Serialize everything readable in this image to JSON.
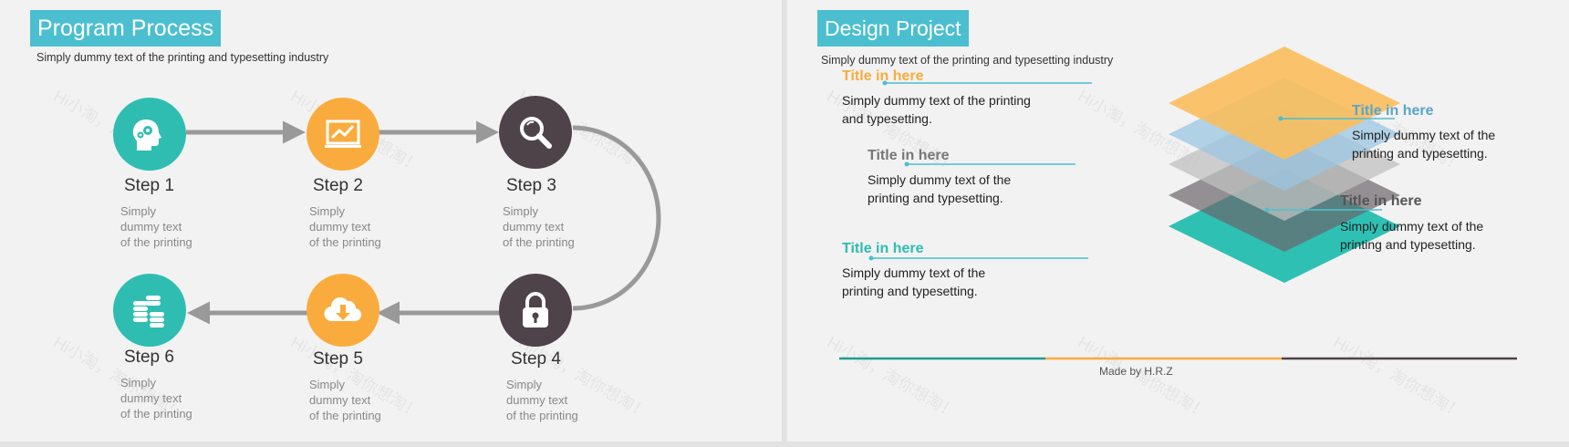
{
  "left_slide": {
    "title": "Program  Process",
    "subtitle": "Simply dummy text of the printing and typesetting industry",
    "watermark": "Hi小淘，淘你想淘！",
    "steps": [
      {
        "label": "Step 1",
        "desc": [
          "Simply",
          "dummy text",
          "of the printing"
        ],
        "icon": "head-gears-icon",
        "color": "#2fbdb1"
      },
      {
        "label": "Step 2",
        "desc": [
          "Simply",
          "dummy text",
          "of the printing"
        ],
        "icon": "chart-monitor-icon",
        "color": "#f9ac3d"
      },
      {
        "label": "Step 3",
        "desc": [
          "Simply",
          "dummy text",
          "of the printing"
        ],
        "icon": "magnifier-icon",
        "color": "#4d4349"
      },
      {
        "label": "Step 4",
        "desc": [
          "Simply",
          "dummy text",
          "of the printing"
        ],
        "icon": "lock-icon",
        "color": "#4d4349"
      },
      {
        "label": "Step 5",
        "desc": [
          "Simply",
          "dummy text",
          "of the printing"
        ],
        "icon": "cloud-download-icon",
        "color": "#f9ac3d"
      },
      {
        "label": "Step 6",
        "desc": [
          "Simply",
          "dummy text",
          "of the printing"
        ],
        "icon": "coins-icon",
        "color": "#2fbdb1"
      }
    ]
  },
  "right_slide": {
    "title": "Design Project",
    "subtitle": "Simply dummy text of the printing and typesetting industry",
    "watermark": "Hi小淘，淘你想淘！",
    "items": [
      {
        "title": "Title  in here",
        "text": [
          "Simply dummy text of the printing",
          "and typesetting."
        ],
        "color": "#f9ac3d"
      },
      {
        "title": "Title  in here",
        "text": [
          "Simply dummy text of the",
          "printing and typesetting."
        ],
        "color": "#777777"
      },
      {
        "title": "Title  in here",
        "text": [
          "Simply dummy text of the",
          "printing and typesetting."
        ],
        "color": "#2fbdb1"
      },
      {
        "title": "Title  in here",
        "text": [
          "Simply dummy text of the",
          "printing and typesetting."
        ],
        "color": "#5ba4c9"
      },
      {
        "title": "Title  in here",
        "text": [
          "Simply dummy text of the",
          "printing and typesetting."
        ],
        "color": "#555555"
      }
    ],
    "layers": [
      {
        "name": "teal",
        "color": "#2fc0b4"
      },
      {
        "name": "dark-gray",
        "color": "#6b6569"
      },
      {
        "name": "light-gray",
        "color": "#c0c0c0"
      },
      {
        "name": "light-blue",
        "color": "#99c6e2"
      },
      {
        "name": "orange",
        "color": "#fbbe5c"
      }
    ],
    "footer": "Made by H.R.Z"
  }
}
